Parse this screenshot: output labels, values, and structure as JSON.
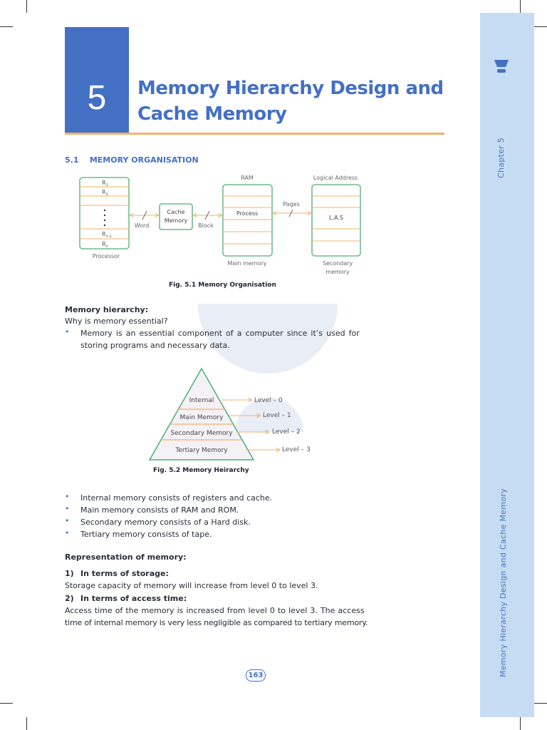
{
  "chapter": {
    "number": "5",
    "title_line1": "Memory Hierarchy Design and",
    "title_line2": "Cache Memory"
  },
  "side": {
    "chapter_label": "Chapter 5",
    "running_title": "Memory Hierarchy Design and Cache Memory"
  },
  "section": {
    "number": "5.1",
    "title": "MEMORY ORGANISATION"
  },
  "fig1": {
    "caption": "Fig. 5.1 Memory Organisation",
    "registers": [
      "R",
      "R",
      "R",
      "R"
    ],
    "register_subs": [
      "1",
      "2",
      "n-1",
      "n"
    ],
    "processor": "Processor",
    "word": "Word",
    "cache_line1": "Cache",
    "cache_line2": "Memory",
    "block": "Block",
    "ram": "RAM",
    "process": "Process",
    "main_memory": "Main memory",
    "pages": "Pages",
    "logical_address": "Logical Address",
    "las": "L.A.S",
    "secondary_line1": "Secondary",
    "secondary_line2": "memory"
  },
  "hierarchy": {
    "heading": "Memory hierarchy:",
    "question": "Why is memory essential?",
    "bullet1_line1": "Memory is an essential component of a computer since it’s used for",
    "bullet1_line2": "storing programs and necessary data."
  },
  "fig2": {
    "caption": "Fig. 5.2 Memory Heirarchy",
    "tiers": [
      "Internal",
      "Main Memory",
      "Secondary Memory",
      "Tertiary Memory"
    ],
    "levels": [
      "Level – 0",
      "Level – 1",
      "Level – 2",
      "Level – 3"
    ]
  },
  "bullets": [
    "Internal memory consists of registers and cache.",
    "Main memory consists of RAM and ROM.",
    "Secondary memory consists of a Hard disk.",
    "Tertiary memory consists of tape."
  ],
  "representation": {
    "heading": "Representation of memory:",
    "item1_num": "1)",
    "item1_title": "In terms of storage:",
    "item1_text": "Storage capacity of memory will increase from level 0 to level 3.",
    "item2_num": "2)",
    "item2_title": "In terms of access time:",
    "item2_line1": "Access time of the memory is increased from level 0 to level 3. The access",
    "item2_line2": "time of internal memory is very less negligible as compared to tertiary memory."
  },
  "page_number": "163",
  "colors": {
    "accent": "#4470c4",
    "orange": "#f5b06a",
    "green": "#4caf72",
    "band": "#c6dcf3"
  }
}
